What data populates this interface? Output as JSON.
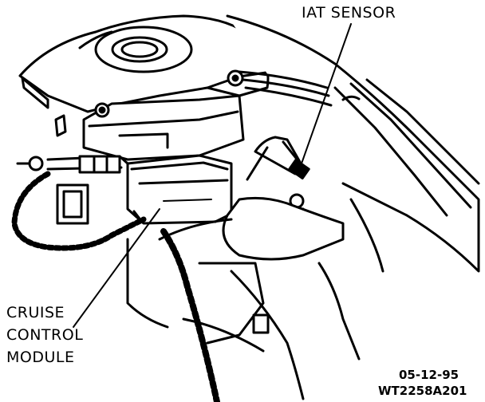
{
  "labels": {
    "iat_sensor": "IAT SENSOR",
    "cruise_control_module": {
      "line1": "CRUISE",
      "line2": "CONTROL",
      "line3": "MODULE"
    }
  },
  "figure_codes": {
    "date": "05-12-95",
    "figure_id": "WT2258A201"
  }
}
